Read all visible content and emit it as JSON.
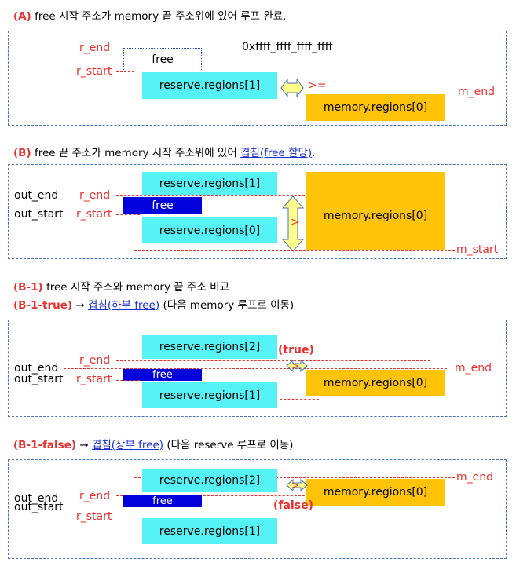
{
  "sections": {
    "A": {
      "tag": "(A)",
      "text": "free 시작 주소가 memory 끝 주소위에 있어 루프 완료."
    },
    "B": {
      "tag": "(B)",
      "text": "free 끝 주소가 memory 시작 주소위에 있어 ",
      "link": "겹침(free 할당)",
      "tail": "."
    },
    "B1": {
      "tag": "(B-1)",
      "text": "free 시작 주소와 memory 끝 주소 비교"
    },
    "B1true": {
      "tag": "(B-1-true)",
      "arrow": "→",
      "link": "겹침(하부 free)",
      "text": "(다음 memory 루프로 이동)"
    },
    "B1false": {
      "tag": "(B-1-false)",
      "arrow": "→",
      "link": "겹침(상부 free)",
      "text": "(다음 reserve 루프로 이동)"
    }
  },
  "labels": {
    "r_end": "r_end",
    "r_start": "r_start",
    "m_end": "m_end",
    "m_start": "m_start",
    "out_end": "out_end",
    "out_start": "out_start",
    "free": "free",
    "max_addr": "0xffff_ffff_ffff_ffff",
    "reserve0": "reserve.regions[0]",
    "reserve1": "reserve.regions[1]",
    "reserve2": "reserve.regions[2]",
    "memory0": "memory.regions[0]",
    "ge": ">=",
    "gt": ">",
    "true_note": "(true)",
    "false_note": "(false)"
  },
  "colors": {
    "reserve": "#55f3f6",
    "memory": "#ffc40a",
    "free_allocated": "#0000dd",
    "free_candidate": "#ffffff",
    "guide_line": "#e8312d",
    "panel_border": "#4a72b8",
    "link": "#1a2fd0"
  }
}
